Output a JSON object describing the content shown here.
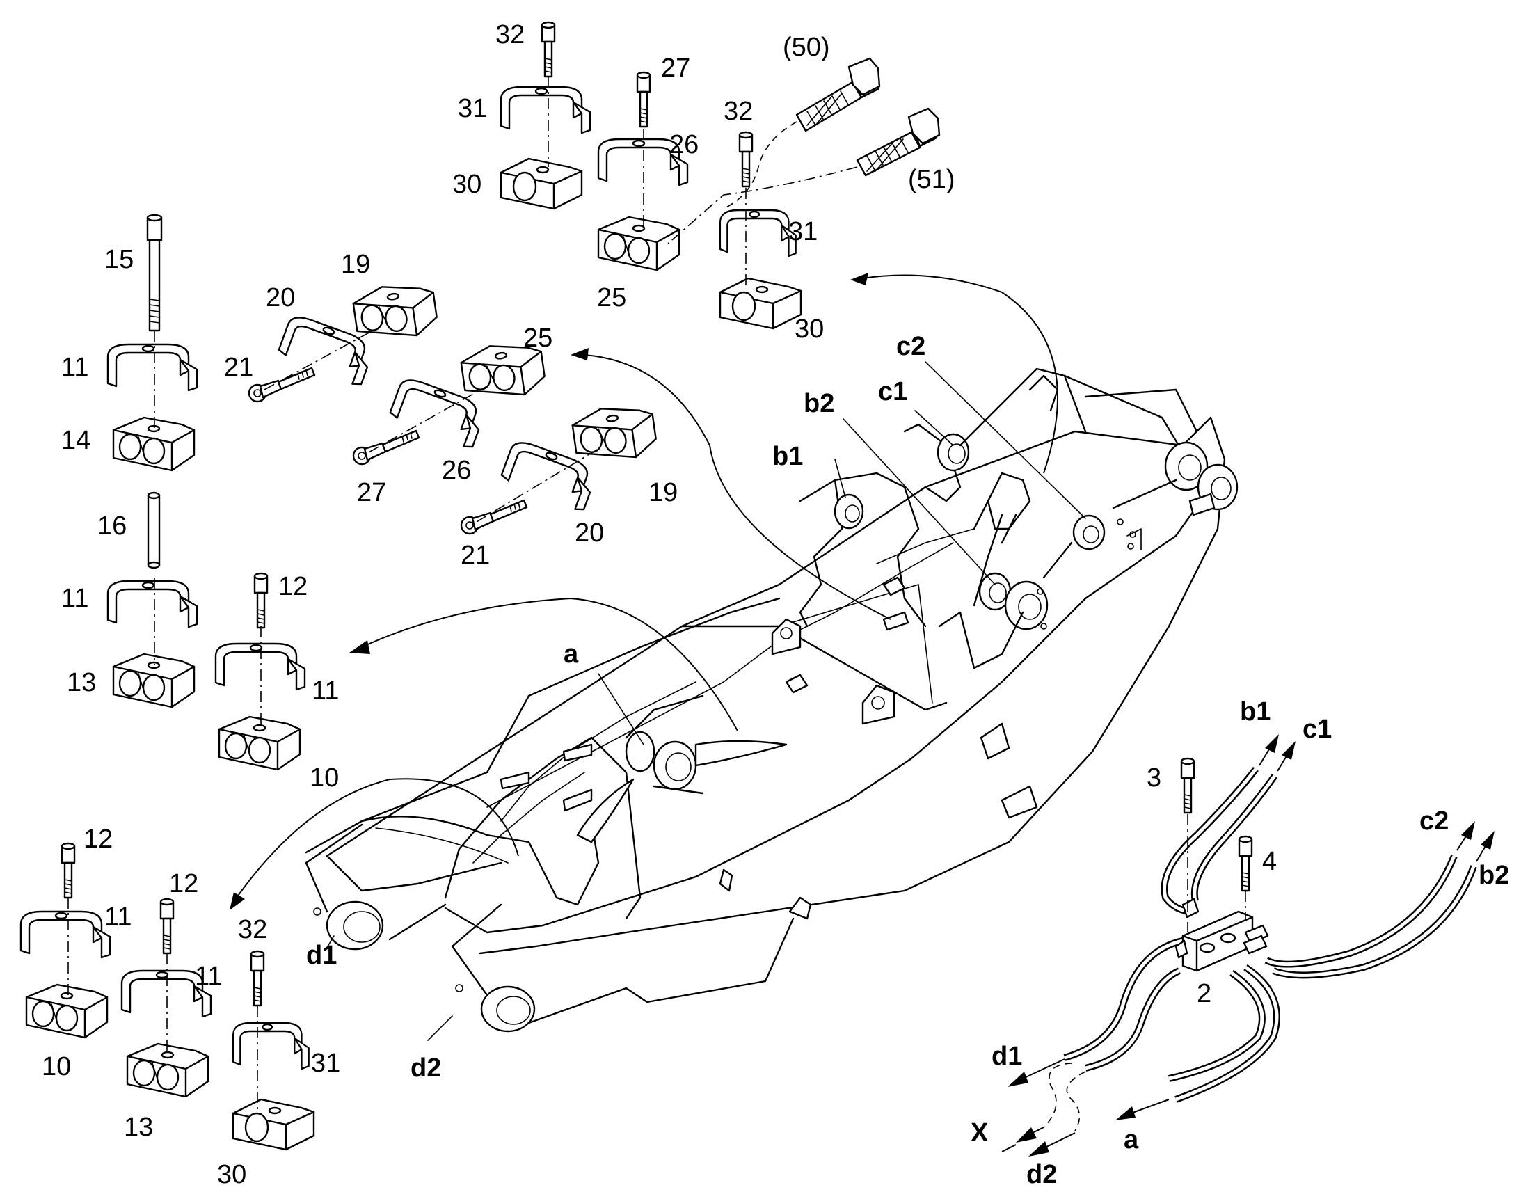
{
  "part_labels": {
    "l32a": "32",
    "l31a": "31",
    "l30a": "30",
    "l27a": "27",
    "l26a": "26",
    "l25a": "25",
    "l32b": "32",
    "l31b": "31",
    "l30b": "30",
    "l50": "(50)",
    "l51": "(51)",
    "l15": "15",
    "l11a": "11",
    "l14": "14",
    "l16": "16",
    "l11b": "11",
    "l13a": "13",
    "l12a": "12",
    "l11c": "11",
    "l10a": "10",
    "l19a": "19",
    "l20a": "20",
    "l21a": "21",
    "l25b": "25",
    "l26b": "26",
    "l27b": "27",
    "l19b": "19",
    "l20b": "20",
    "l21b": "21",
    "l12b": "12",
    "l11d": "11",
    "l10b": "10",
    "l12c": "12",
    "l11e": "11",
    "l13b": "13",
    "l32c": "32",
    "l31c": "31",
    "l30c": "30",
    "l3": "3",
    "l4": "4",
    "l2": "2"
  },
  "point_labels": {
    "a": "a",
    "b1": "b1",
    "b2": "b2",
    "c1": "c1",
    "c2": "c2",
    "d1": "d1",
    "d2": "d2",
    "hb1": "b1",
    "hc1": "c1",
    "hc2": "c2",
    "hb2": "b2",
    "hd1": "d1",
    "hX": "X",
    "hd2": "d2",
    "ha": "a"
  }
}
